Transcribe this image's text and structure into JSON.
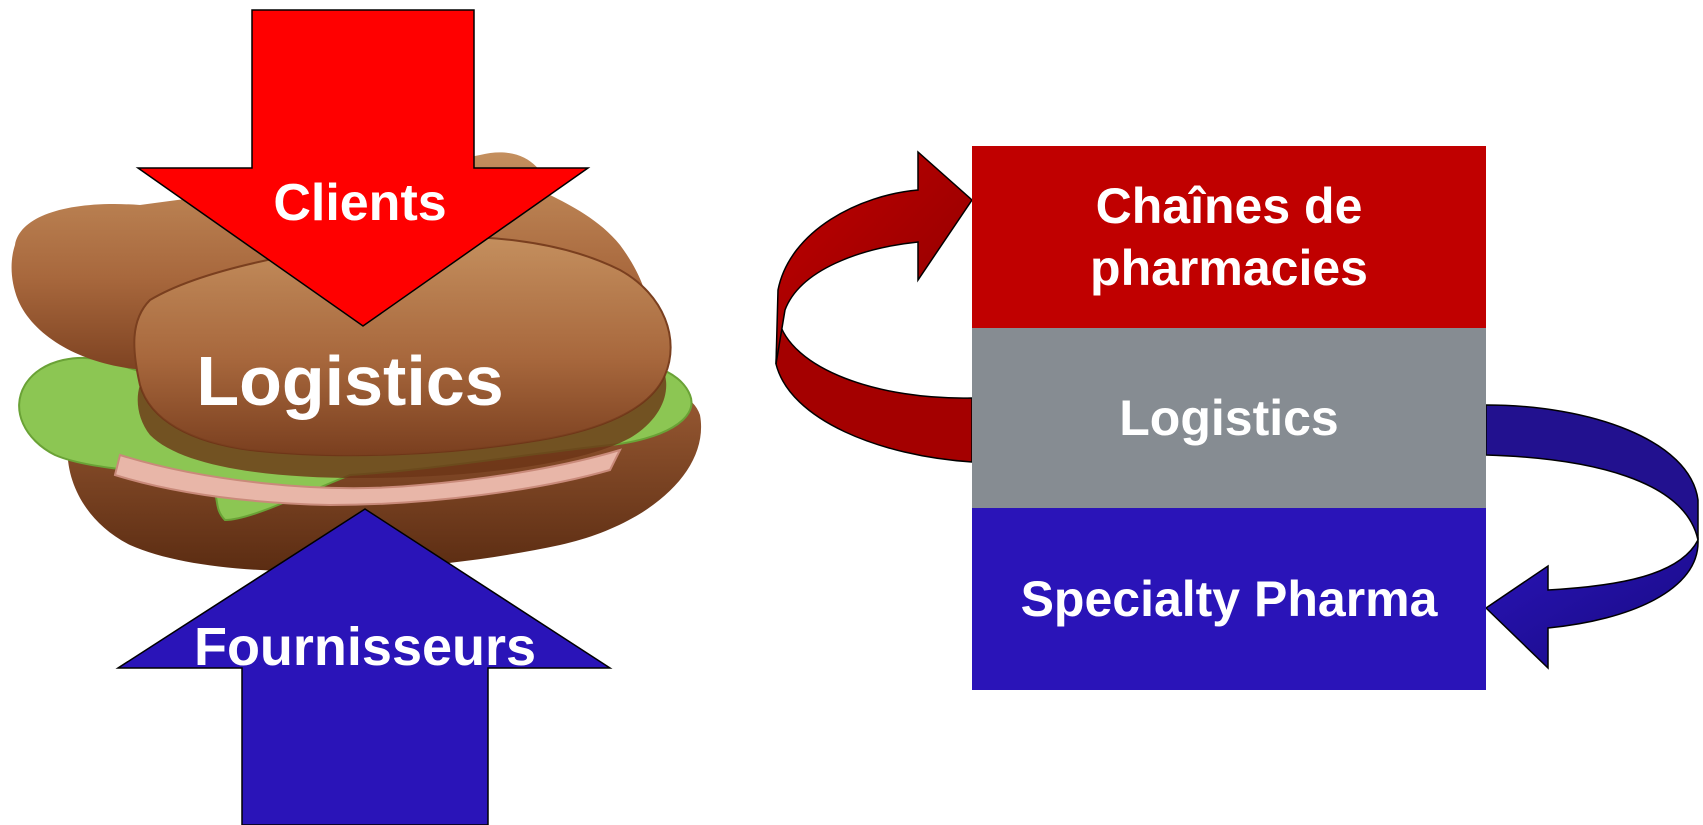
{
  "left_diagram": {
    "top_arrow_label": "Clients",
    "center_label": "Logistics",
    "bottom_arrow_label": "Fournisseurs"
  },
  "right_diagram": {
    "top_box_label_line1": "Chaînes de",
    "top_box_label_line2": "pharmacies",
    "middle_box_label": "Logistics",
    "bottom_box_label": "Specialty Pharma"
  },
  "colors": {
    "red": "#ff0000",
    "dark_red": "#c00000",
    "gray": "#868c92",
    "blue": "#2a14b8",
    "white": "#ffffff"
  },
  "icons": {
    "sandwich": "sandwich-image",
    "down_arrow": "down-arrow",
    "up_arrow": "up-arrow",
    "top_loop_arrow": "curved-loop-arrow-red",
    "bottom_loop_arrow": "curved-loop-arrow-blue"
  }
}
